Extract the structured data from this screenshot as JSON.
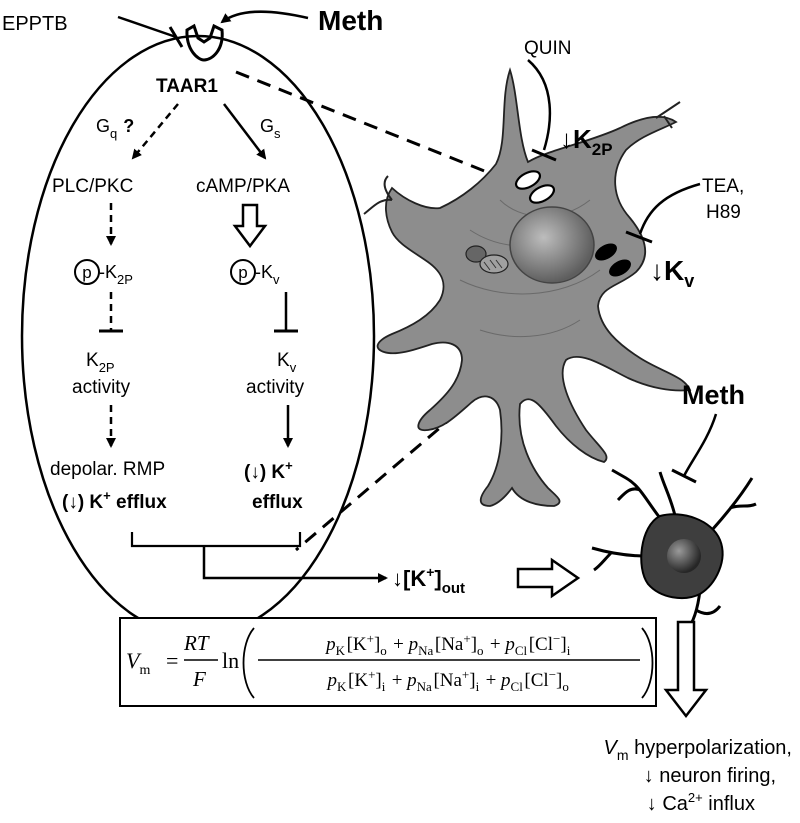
{
  "top": {
    "epptb": "EPPTB",
    "meth": "Meth"
  },
  "pathway": {
    "receptor": "TAAR1",
    "gq": {
      "base": "G",
      "sub": "q",
      "question": "?"
    },
    "gs": {
      "base": "G",
      "sub": "s"
    },
    "plc_pkc": "PLC/PKC",
    "camp_pka": "cAMP/PKA",
    "phospho_k2p": {
      "p": "p",
      "base": "-K",
      "sub": "2P"
    },
    "phospho_kv": {
      "p": "p",
      "base": "-K",
      "sub": "v"
    },
    "k2p_activity": {
      "base": "K",
      "sub": "2P",
      "line2": "activity"
    },
    "kv_activity": {
      "base": "K",
      "sub": "v",
      "line2": "activity"
    },
    "left_outcome": {
      "line1": "depolar.  RMP",
      "line2": "(↓) K",
      "sup": "+",
      "tail": " efflux"
    },
    "right_outcome": {
      "line1": "(↓) K",
      "sup": "+",
      "line2": "efflux"
    }
  },
  "cell": {
    "quin": "QUIN",
    "k2p_down": {
      "arrow": "↓",
      "base": "K",
      "sub": "2P"
    },
    "tea_h89": {
      "line1": "TEA,",
      "line2": "H89"
    },
    "kv_down": {
      "arrow": "↓",
      "base": "K",
      "sub": "v"
    }
  },
  "extracellular": {
    "kout": {
      "pre": "↓[K",
      "sup": "+",
      "post": "]",
      "sub": "out"
    }
  },
  "neuron": {
    "meth": "Meth"
  },
  "equation": {
    "lhs": "V",
    "lhs_sub": "m",
    "eq": "=",
    "rt": "RT",
    "f": "F",
    "ln": "ln",
    "numerator": "p_K[K⁺]_o + p_Na[Na⁺]_o + p_Cl[Cl⁻]_i",
    "denominator": "p_K[K⁺]_i + p_Na[Na⁺]_i + p_Cl[Cl⁻]_o"
  },
  "outcome": {
    "line1_var": "V",
    "line1_sub": "m",
    "line1_rest": " hyperpolarization,",
    "line2": "↓ neuron firing,",
    "line3_pre": "↓ Ca",
    "line3_sup": "2+",
    "line3_post": " influx"
  },
  "colors": {
    "ink": "#000000",
    "cell_fill": "#8f8f8f",
    "cell_dark": "#5a5a5a",
    "neuron_fill": "#3e3e3e"
  }
}
